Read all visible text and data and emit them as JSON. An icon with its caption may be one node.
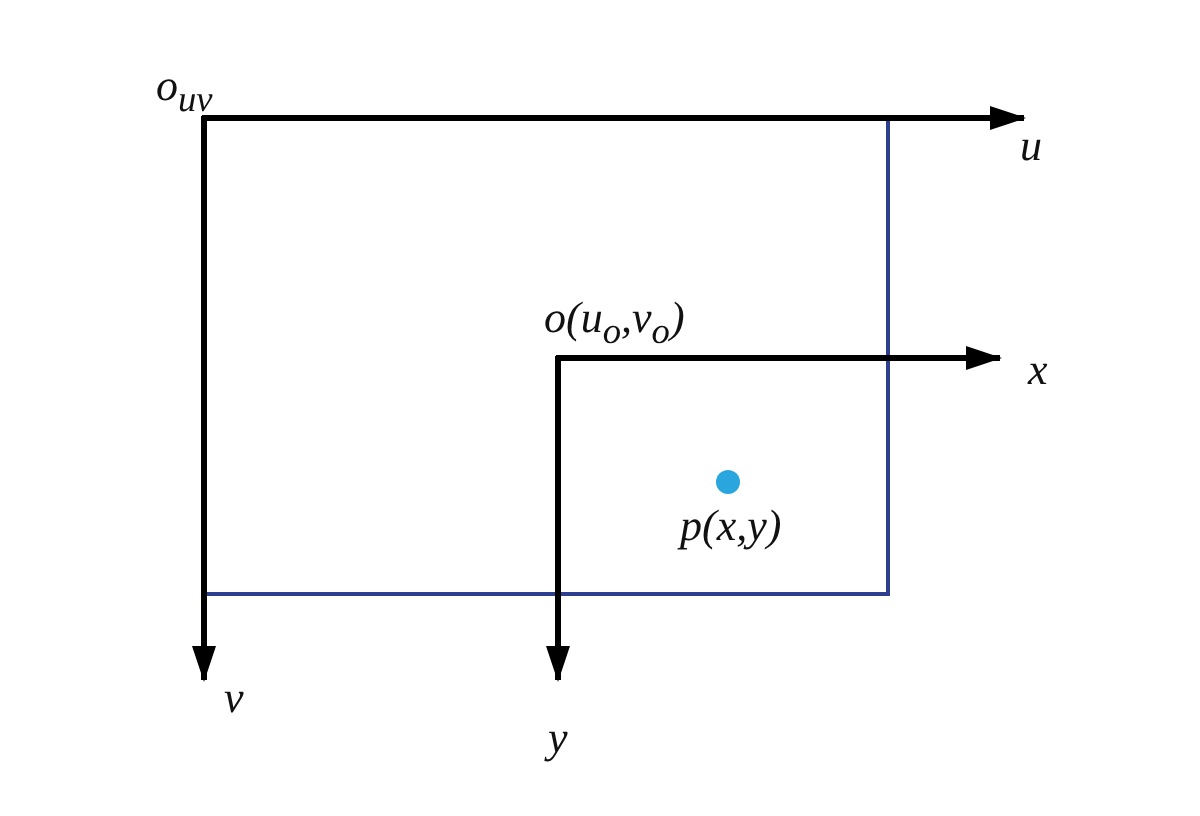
{
  "diagram": {
    "labels": [
      "o$_{uv}$",
      "u",
      "o(u$_{o}$,v$_{o}$)",
      "x",
      "p(x,y)",
      "v",
      "y"
    ]
  }
}
